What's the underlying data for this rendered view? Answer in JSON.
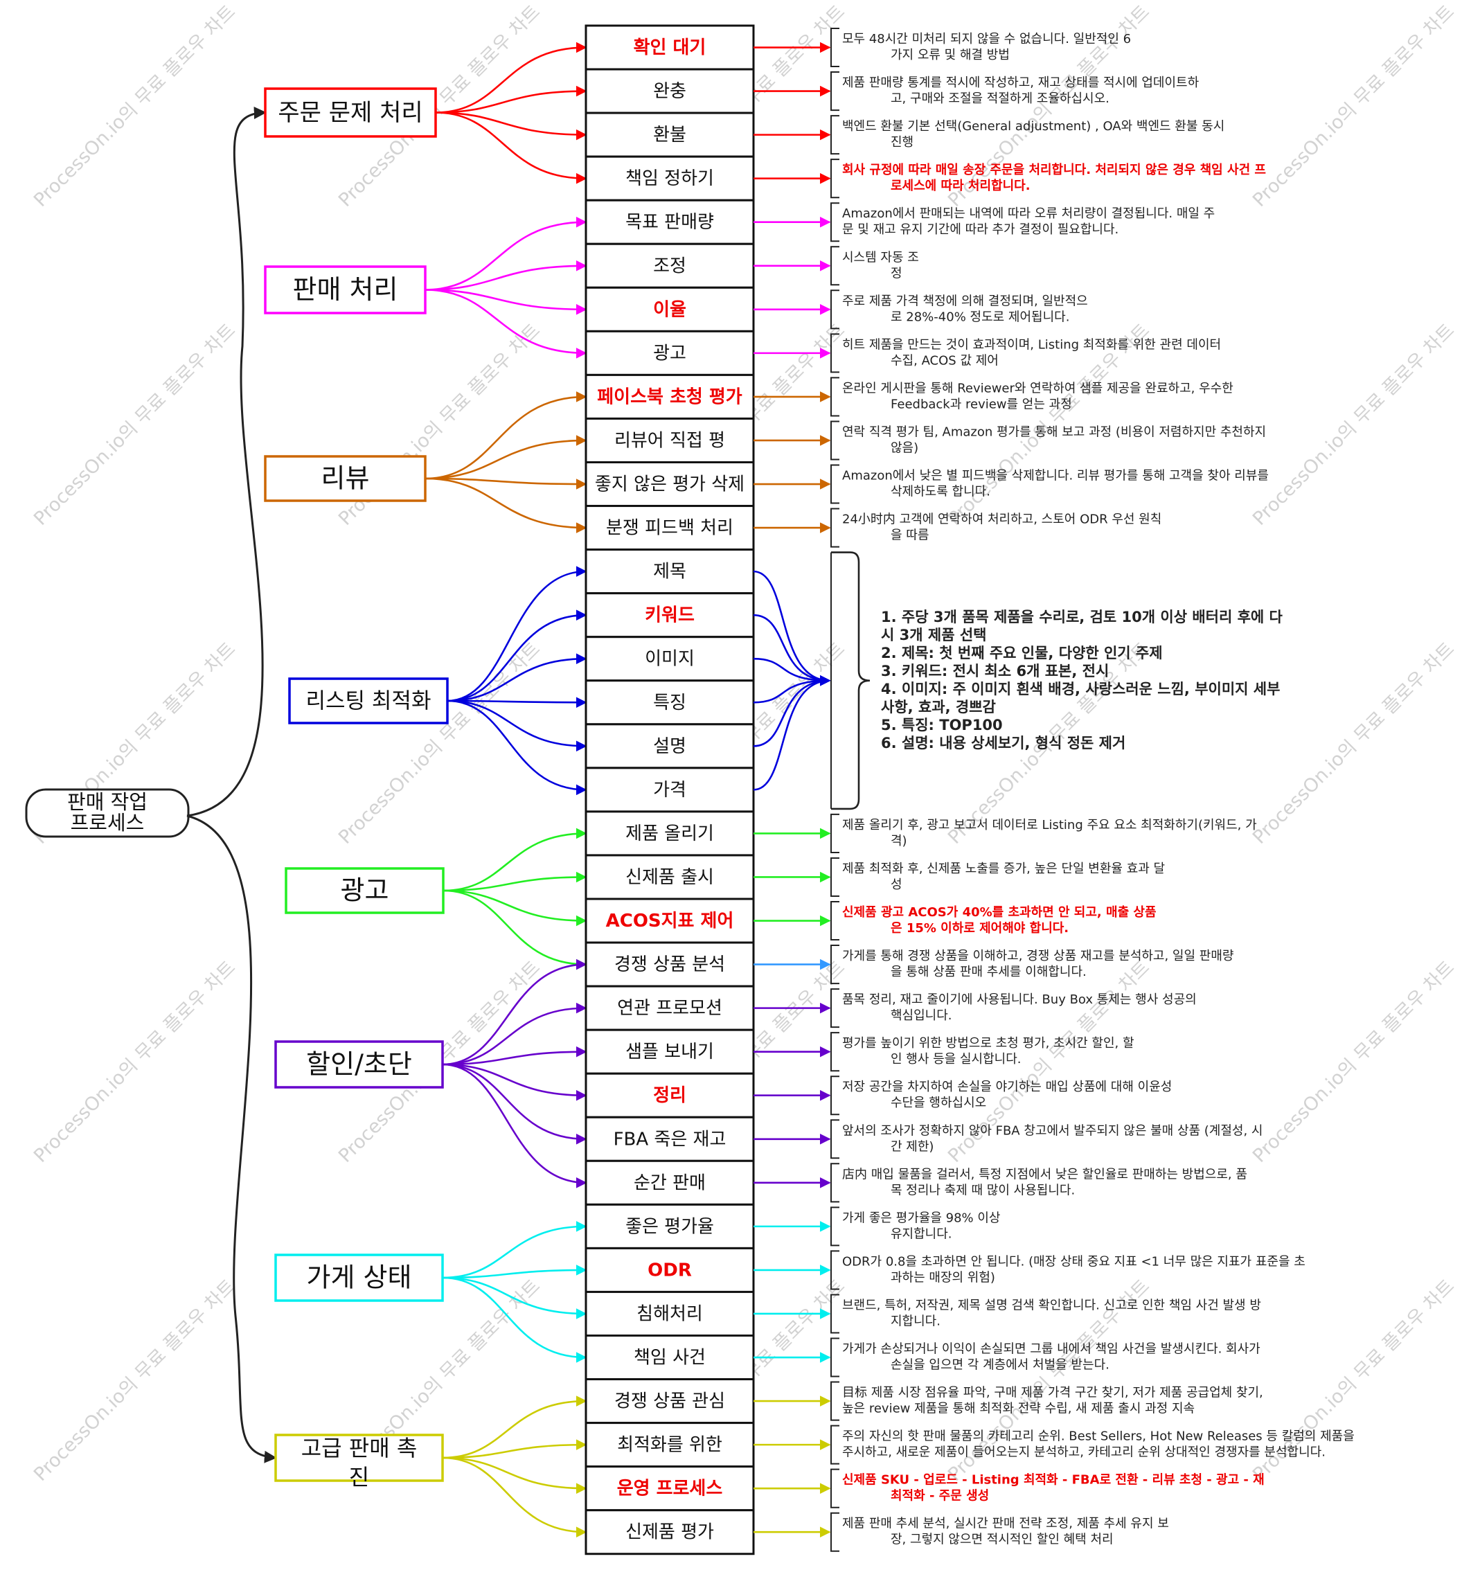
{
  "root": {
    "lines": [
      "판매 작업",
      "프로세스"
    ]
  },
  "watermark": "ProcessOn.io의 무료 플로우 차트",
  "groups": [
    {
      "key": "order",
      "label": "주문 문제 처리",
      "color": "#ff0000",
      "items": [
        0,
        1,
        2,
        3
      ]
    },
    {
      "key": "sales",
      "label": "판매 처리",
      "color": "#ff00ff",
      "items": [
        4,
        5,
        6,
        7
      ]
    },
    {
      "key": "review",
      "label": "리뷰",
      "color": "#cc6600",
      "items": [
        8,
        9,
        10,
        11
      ]
    },
    {
      "key": "listing",
      "label": "리스팅 최적화",
      "color": "#0000dd",
      "items": [
        12,
        13,
        14,
        15,
        16,
        17
      ]
    },
    {
      "key": "ads",
      "label": "광고",
      "color": "#22ee22",
      "items": [
        18,
        19,
        20,
        21
      ]
    },
    {
      "key": "discount",
      "label": "할인/초단",
      "color": "#6600cc",
      "items": [
        21,
        22,
        23,
        24,
        25,
        26
      ]
    },
    {
      "key": "store",
      "label": "가게 상태",
      "color": "#00eeee",
      "items": [
        27,
        28,
        29,
        30
      ]
    },
    {
      "key": "advanced",
      "label": "고급 판매 촉진",
      "color": "#cccc00",
      "items": [
        31,
        32,
        33,
        34
      ]
    }
  ],
  "items": [
    {
      "label": "확인 대기",
      "red": true,
      "arrow": "#ff0000",
      "desc": [
        "모두 48시간 미처리 되지 않을 수 없습니다. 일반적인 6",
        "가지 오류 및 해결 방법"
      ],
      "desc_red": false
    },
    {
      "label": "완충",
      "red": false,
      "arrow": "#ff0000",
      "desc": [
        "제품 판매량 통계를 적시에 작성하고, 재고 상태를 적시에 업데이트하",
        "고, 구매와 조절을 적절하게 조율하십시오."
      ],
      "desc_red": false
    },
    {
      "label": "환불",
      "red": false,
      "arrow": "#ff0000",
      "desc": [
        "백엔드 환불 기본 선택(General adjustment) , OA와 백엔드 환불 동시",
        "진행"
      ],
      "desc_red": false
    },
    {
      "label": "책임 정하기",
      "red": false,
      "arrow": "#ff0000",
      "desc": [
        "회사 규정에 따라 매일 송장 주문을 처리합니다. 처리되지 않은 경우 책임 사건 프",
        "로세스에 따라 처리합니다."
      ],
      "desc_red": true
    },
    {
      "label": "목표 판매량",
      "red": false,
      "arrow": "#ff00ff",
      "desc": [
        "Amazon에서 판매되는 내역에 따라 오류 처리량이 결정됩니다. 매일 주",
        "문 및 재고 유지 기간에 따라 추가 결정이 필요합니다."
      ],
      "desc_red": false
    },
    {
      "label": "조정",
      "red": false,
      "arrow": "#ff00ff",
      "desc": [
        "시스템 자동 조",
        "정"
      ],
      "desc_red": false
    },
    {
      "label": "이율",
      "red": true,
      "arrow": "#ff00ff",
      "desc": [
        "주로 제품 가격 책정에 의해 결정되며, 일반적으",
        "로 28%-40% 정도로 제어됩니다."
      ],
      "desc_red": false
    },
    {
      "label": "광고",
      "red": false,
      "arrow": "#ff00ff",
      "desc": [
        "히트 제품을 만드는 것이 효과적이며, Listing 최적화를 위한 관련 데이터",
        "수집, ACOS 값 제어"
      ],
      "desc_red": false
    },
    {
      "label": "페이스북 초청 평가",
      "red": true,
      "arrow": "#cc6600",
      "desc": [
        "온라인 게시판을 통해 Reviewer와 연락하여 샘플 제공을 완료하고, 우수한",
        "Feedback과 review를 얻는 과정"
      ],
      "desc_red": false
    },
    {
      "label": "리뷰어 직접 평",
      "red": false,
      "arrow": "#cc6600",
      "desc": [
        "연락 직격 평가 팀, Amazon 평가를 통해 보고 과정 (비용이 저렴하지만 추천하지",
        "않음)"
      ],
      "desc_red": false
    },
    {
      "label": "좋지 않은 평가 삭제",
      "red": false,
      "arrow": "#cc6600",
      "desc": [
        "Amazon에서 낮은 별 피드백을 삭제합니다. 리뷰 평가를 통해 고객을 찾아 리뷰를",
        "삭제하도록 합니다."
      ],
      "desc_red": false
    },
    {
      "label": "분쟁 피드백 처리",
      "red": false,
      "arrow": "#cc6600",
      "desc": [
        "24小时内 고객에 연락하여 처리하고, 스토어 ODR 우선 원칙",
        "을 따름"
      ],
      "desc_red": false
    },
    {
      "label": "제목",
      "red": false,
      "arrow": null,
      "desc": null,
      "desc_red": false
    },
    {
      "label": "키워드",
      "red": true,
      "arrow": null,
      "desc": null,
      "desc_red": false
    },
    {
      "label": "이미지",
      "red": false,
      "arrow": null,
      "desc": null,
      "desc_red": false
    },
    {
      "label": "특징",
      "red": false,
      "arrow": null,
      "desc": null,
      "desc_red": false
    },
    {
      "label": "설명",
      "red": false,
      "arrow": null,
      "desc": null,
      "desc_red": false
    },
    {
      "label": "가격",
      "red": false,
      "arrow": null,
      "desc": null,
      "desc_red": false
    },
    {
      "label": "제품 올리기",
      "red": false,
      "arrow": "#22ee22",
      "desc": [
        "제품 올리기 후, 광고 보고서 데이터로 Listing 주요 요소 최적화하기(키워드, 가",
        "격)"
      ],
      "desc_red": false
    },
    {
      "label": "신제품 출시",
      "red": false,
      "arrow": "#22ee22",
      "desc": [
        "제품 최적화 후, 신제품 노출를 증가, 높은 단일 변환율 효과 달",
        "성"
      ],
      "desc_red": false
    },
    {
      "label": "ACOS지표 제어",
      "red": true,
      "arrow": "#22ee22",
      "desc": [
        "신제품 광고 ACOS가 40%를 초과하면 안 되고, 매출 상품",
        "은 15% 이하로 제어해야 합니다."
      ],
      "desc_red": true
    },
    {
      "label": "경쟁 상품 분석",
      "red": false,
      "arrow": "#3399ff",
      "desc": [
        "가게를 통해 경쟁 상품을 이해하고, 경쟁 상품 재고를 분석하고, 일일 판매량",
        "을 통해 상품 판매 추세를 이해합니다."
      ],
      "desc_red": false
    },
    {
      "label": "연관 프로모션",
      "red": false,
      "arrow": "#6600cc",
      "desc": [
        "품목 정리, 재고 줄이기에 사용됩니다. Buy Box 통제는 행사 성공의",
        "핵심입니다."
      ],
      "desc_red": false
    },
    {
      "label": "샘플 보내기",
      "red": false,
      "arrow": "#6600cc",
      "desc": [
        "평가를 높이기 위한 방법으로 초청 평가, 초시간 할인, 할",
        "인 행사 등을 실시합니다."
      ],
      "desc_red": false
    },
    {
      "label": "정리",
      "red": true,
      "arrow": "#6600cc",
      "desc": [
        "저장 공간을 차지하여 손실을 야기하는 매입 상품에 대해 이윤성",
        "수단을 행하십시오"
      ],
      "desc_red": false
    },
    {
      "label": "FBA 죽은 재고",
      "red": false,
      "arrow": "#6600cc",
      "desc": [
        "앞서의 조사가 정확하지 않아 FBA 창고에서 발주되지 않은 불매 상품 (계절성, 시",
        "간 제한)"
      ],
      "desc_red": false
    },
    {
      "label": "순간 판매",
      "red": false,
      "arrow": "#6600cc",
      "desc": [
        "店内 매입 물품을 걸러서, 특정 지점에서 낮은 할인율로 판매하는 방법으로, 품",
        "목 정리나 축제 때 많이 사용됩니다."
      ],
      "desc_red": false
    },
    {
      "label": "좋은 평가율",
      "red": false,
      "arrow": "#00eeee",
      "desc": [
        "가게 좋은 평가율을 98% 이상",
        "유지합니다."
      ],
      "desc_red": false
    },
    {
      "label": "ODR",
      "red": true,
      "arrow": "#00eeee",
      "desc": [
        "ODR가 0.8을 초과하면 안 됩니다. (매장 상태 중요 지표 <1 너무 많은 지표가 표준을 초",
        "과하는 매장의 위험)"
      ],
      "desc_red": false
    },
    {
      "label": "침해처리",
      "red": false,
      "arrow": "#00eeee",
      "desc": [
        "브랜드, 특허, 저작권, 제목 설명 검색 확인합니다. 신고로 인한 책임 사건 발생 방",
        "지합니다."
      ],
      "desc_red": false
    },
    {
      "label": "책임 사건",
      "red": false,
      "arrow": "#00eeee",
      "desc": [
        "가게가 손상되거나 이익이 손실되면 그룹 내에서 책임 사건을 발생시킨다. 회사가",
        "손실을 입으면 각 계층에서 처벌을 받는다."
      ],
      "desc_red": false
    },
    {
      "label": "경쟁 상품 관심",
      "red": false,
      "arrow": "#cccc00",
      "desc": [
        "目标 제품 시장 점유율 파악, 구매 제품 가격 구간 찾기, 저가 제품 공급업체 찾기,",
        "높은 review 제품을 통해 최적화 전략 수립, 새 제품 출시 과정 지속"
      ],
      "desc_red": false
    },
    {
      "label": "최적화를 위한",
      "red": false,
      "arrow": "#cccc00",
      "desc": [
        "주의 자신의 핫 판매 물품의 카테고리 순위. Best Sellers, Hot New Releases 등 칼럼의 제품을",
        "주시하고, 새로운 제품이 들어오는지 분석하고, 카테고리 순위 상대적인 경쟁자를 분석합니다."
      ],
      "desc_red": false
    },
    {
      "label": "운영 프로세스",
      "red": true,
      "arrow": "#cccc00",
      "desc": [
        "신제품 SKU - 업로드 - Listing 최적화 - FBA로 전환 - 리뷰 초청 - 광고 - 재",
        "최적화 - 주문 생성"
      ],
      "desc_red": true
    },
    {
      "label": "신제품 평가",
      "red": false,
      "arrow": "#cccc00",
      "desc": [
        "제품 판매 추세 분석, 실시간 판매 전략 조정, 제품 추세 유지 보",
        "장, 그렇지 않으면 적시적인 할인 혜택 처리"
      ],
      "desc_red": false
    }
  ],
  "listing_desc": [
    "1. 주당 3개 품목 제품을 수리로, 검토 10개 이상 배터리 후에 다",
    "시 3개 제품 선택",
    "2. 제목: 첫 번째 주요 인물, 다양한 인기 주제",
    "3. 키워드: 전시 최소 6개 표본, 전시",
    "4. 이미지: 주 이미지 흰색 배경, 사랑스러운 느낌, 부이미지 세부",
    "사항, 효과, 경쁘감",
    "5. 특징: TOP100",
    "6. 설명: 내용 상세보기, 형식 정돈 제거"
  ]
}
